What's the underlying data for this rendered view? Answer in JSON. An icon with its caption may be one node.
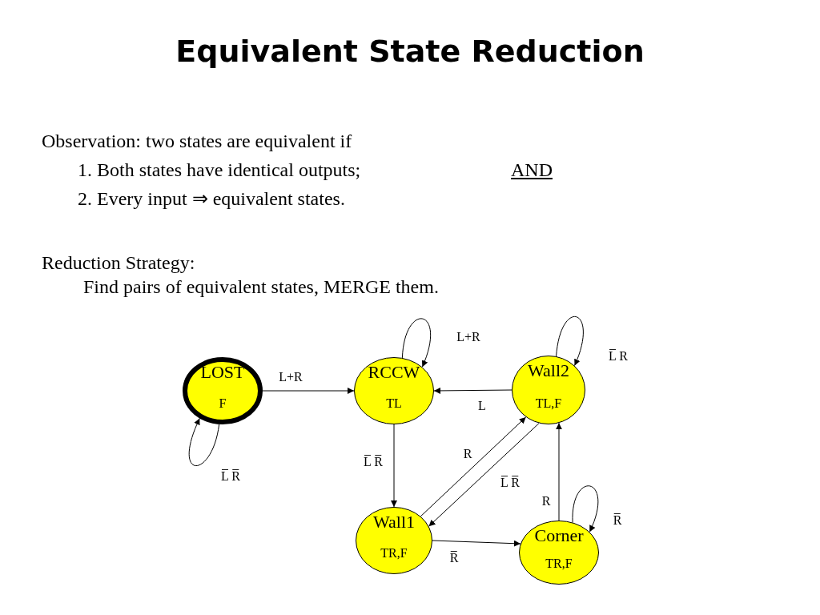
{
  "diagram": {
    "title": "Equivalent State Reduction",
    "nodes": [
      {
        "text": [
          "LOST",
          "F"
        ]
      },
      {
        "text": [
          "RCCW",
          "TL"
        ]
      },
      {
        "text": [
          "Wall2",
          "TL,F"
        ]
      },
      {
        "text": [
          "Wall1",
          "TR,F"
        ]
      },
      {
        "text": [
          "Corner",
          "TR,F"
        ]
      }
    ],
    "edges": [
      {
        "from": 0,
        "to": 0,
        "arrow": "to",
        "label": "L̅ R̅"
      },
      {
        "from": 0,
        "to": 1,
        "arrow": "to",
        "label": "L+R"
      },
      {
        "from": 1,
        "to": 1,
        "arrow": "to",
        "label": "L+R"
      },
      {
        "from": 2,
        "to": 2,
        "arrow": "to",
        "label": "L̅ R"
      },
      {
        "from": 2,
        "to": 1,
        "arrow": "to",
        "label": "L"
      },
      {
        "from": 1,
        "to": 3,
        "arrow": "to",
        "label": "L̅ R̅"
      },
      {
        "from": 3,
        "to": 2,
        "arrow": "to",
        "label": "R"
      },
      {
        "from": 2,
        "to": 3,
        "arrow": "to",
        "label": "L̅ R̅"
      },
      {
        "from": 3,
        "to": 4,
        "arrow": "to",
        "label": "R̅"
      },
      {
        "from": 4,
        "to": 2,
        "arrow": "to",
        "label": "R"
      },
      {
        "from": 4,
        "to": 4,
        "arrow": "to",
        "label": "R̅"
      }
    ],
    "labels": [
      "Observation: two states are equivalent if",
      "1. Both states have identical outputs;",
      "AND",
      "2. Every input ⇒ equivalent states.",
      "Reduction Strategy:",
      "Find pairs of equivalent states, MERGE them."
    ]
  }
}
